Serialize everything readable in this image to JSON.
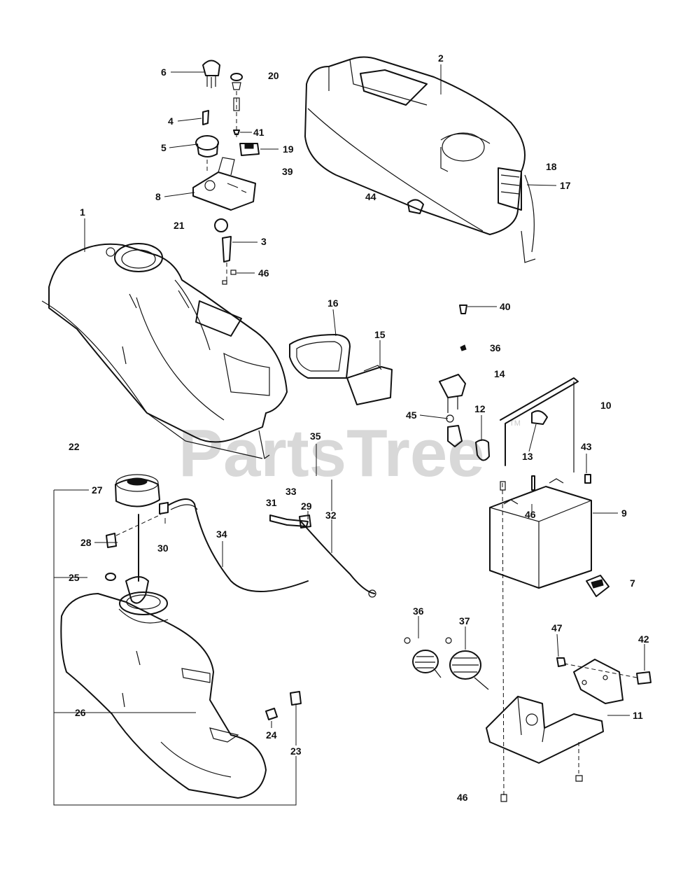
{
  "watermark": {
    "text": "PartsTree",
    "tm": "TM"
  },
  "callouts": {
    "c1": "1",
    "c2": "2",
    "c3": "3",
    "c4": "4",
    "c5": "5",
    "c6": "6",
    "c7": "7",
    "c8": "8",
    "c9": "9",
    "c10": "10",
    "c11": "11",
    "c12": "12",
    "c13": "13",
    "c14": "14",
    "c15": "15",
    "c16": "16",
    "c17": "17",
    "c18": "18",
    "c19": "19",
    "c20": "20",
    "c21": "21",
    "c22": "22",
    "c23": "23",
    "c24": "24",
    "c25": "25",
    "c26": "26",
    "c27": "27",
    "c28": "28",
    "c29": "29",
    "c30": "30",
    "c31": "31",
    "c32": "32",
    "c33": "33",
    "c34": "34",
    "c35": "35",
    "c36a": "36",
    "c36b": "36",
    "c37": "37",
    "c39": "39",
    "c40": "40",
    "c41": "41",
    "c42": "42",
    "c43": "43",
    "c44": "44",
    "c45": "45",
    "c46a": "46",
    "c46b": "46",
    "c46c": "46",
    "c47": "47"
  }
}
